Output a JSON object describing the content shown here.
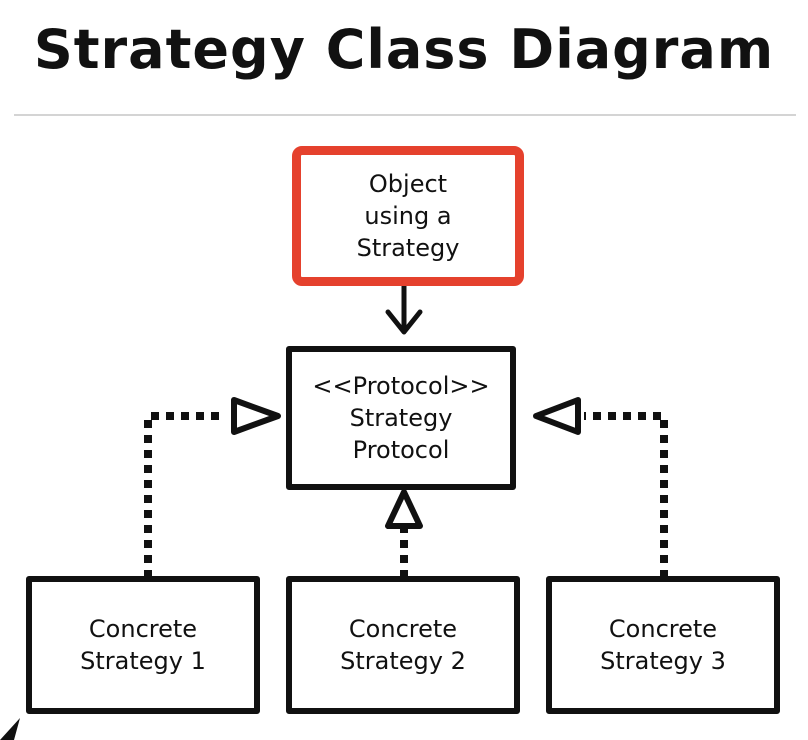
{
  "title": "Strategy Class Diagram",
  "colors": {
    "context_border": "#e5412d",
    "ink": "#111111",
    "divider": "#d4d4d4"
  },
  "nodes": {
    "context": {
      "lines": [
        "Object",
        "using a",
        "Strategy"
      ]
    },
    "protocol": {
      "lines": [
        "<<Protocol>>",
        "Strategy",
        "Protocol"
      ]
    },
    "concrete": [
      {
        "lines": [
          "Concrete",
          "Strategy 1"
        ]
      },
      {
        "lines": [
          "Concrete",
          "Strategy 2"
        ]
      },
      {
        "lines": [
          "Concrete",
          "Strategy 3"
        ]
      }
    ]
  },
  "edges": [
    {
      "from": "Object using a Strategy",
      "to": "Strategy Protocol",
      "kind": "association"
    },
    {
      "from": "Concrete Strategy 1",
      "to": "Strategy Protocol",
      "kind": "realization"
    },
    {
      "from": "Concrete Strategy 2",
      "to": "Strategy Protocol",
      "kind": "realization"
    },
    {
      "from": "Concrete Strategy 3",
      "to": "Strategy Protocol",
      "kind": "realization"
    }
  ]
}
